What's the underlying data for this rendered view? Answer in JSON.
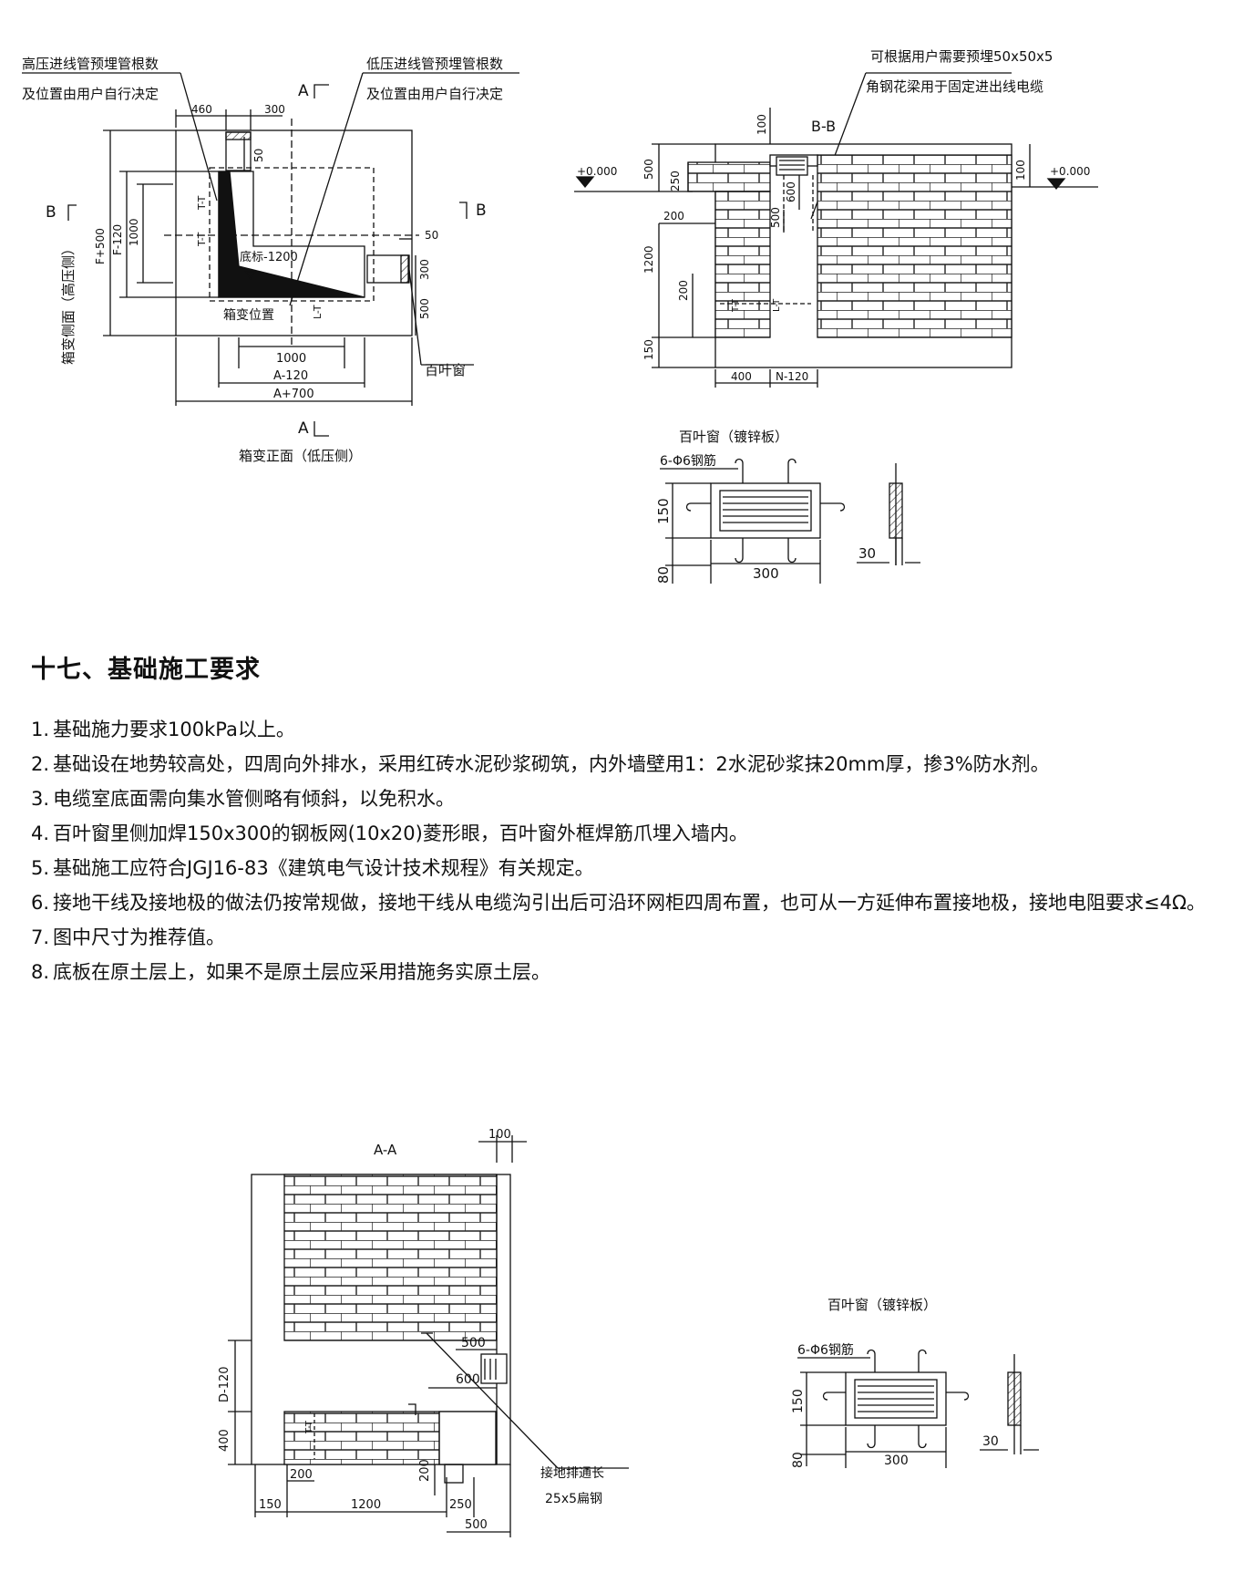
{
  "plan": {
    "note_hv_1": "高压进线管预埋管根数",
    "note_hv_2": "及位置由用户自行决定",
    "note_lv_1": "低压进线管预埋管根数",
    "note_lv_2": "及位置由用户自行决定",
    "dim_460": "460",
    "dim_300": "300",
    "dim_50_a": "50",
    "dim_50_b": "50",
    "dim_300_v": "300",
    "dim_500_v": "500",
    "dim_f500": "F+500",
    "dim_f120": "F-120",
    "dim_1000_v": "1000",
    "dim_1000_h": "1000",
    "dim_a120": "A-120",
    "dim_a700": "A+700",
    "section_a": "A",
    "section_b": "B",
    "bottom_elev": "底标-1200",
    "box_position": "箱变位置",
    "louver": "百叶窗",
    "side_caption": "箱变侧面（高压侧）",
    "front_caption": "箱变正面（低压侧）"
  },
  "bb": {
    "title": "B-B",
    "note_1": "可根据用户需要预埋50x50x5",
    "note_2": "角钢花梁用于固定进出线电缆",
    "elev_left": "+0.000",
    "elev_right": "+0.000",
    "dim_100_top": "100",
    "dim_100_right": "100",
    "dim_500": "500",
    "dim_250": "250",
    "dim_200_a": "200",
    "dim_1200": "1200",
    "dim_200_b": "200",
    "dim_150": "150",
    "dim_600": "600",
    "dim_500_b": "500",
    "dim_400": "400",
    "dim_n120": "N-120"
  },
  "louver_top": {
    "title": "百叶窗（镀锌板）",
    "rebar": "6-Φ6钢筋",
    "dim_150": "150",
    "dim_80": "80",
    "dim_300": "300",
    "dim_30": "30"
  },
  "section": {
    "heading": "十七、基础施工要求",
    "items": [
      {
        "num": "1.",
        "text": "基础施力要求100kPa以上。"
      },
      {
        "num": "2.",
        "text": "基础设在地势较高处，四周向外排水，采用红砖水泥砂浆砌筑，内外墙壁用1：2水泥砂浆抹20mm厚，掺3%防水剂。"
      },
      {
        "num": "3.",
        "text": "电缆室底面需向集水管侧略有倾斜，以免积水。"
      },
      {
        "num": "4.",
        "text": "百叶窗里侧加焊150x300的钢板网(10x20)菱形眼，百叶窗外框焊筋爪埋入墙内。"
      },
      {
        "num": "5.",
        "text": "基础施工应符合JGJ16-83《建筑电气设计技术规程》有关规定。"
      },
      {
        "num": "6.",
        "text": "接地干线及接地极的做法仍按常规做，接地干线从电缆沟引出后可沿环网柜四周布置，也可从一方延伸布置接地极，接地电阻要求≤4Ω。"
      },
      {
        "num": "7.",
        "text": "图中尺寸为推荐值。"
      },
      {
        "num": "8.",
        "text": "底板在原土层上，如果不是原土层应采用措施务实原土层。"
      }
    ]
  },
  "aa": {
    "title": "A-A",
    "dim_100": "100",
    "dim_500": "500",
    "dim_600": "600",
    "dim_d120": "D-120",
    "dim_400": "400",
    "dim_200_a": "200",
    "dim_200_b": "200",
    "dim_150": "150",
    "dim_1200": "1200",
    "dim_250": "250",
    "dim_500_b": "500",
    "ground_1": "接地排通长",
    "ground_2": "25x5扁钢"
  },
  "louver_bottom": {
    "title": "百叶窗（镀锌板）",
    "rebar": "6-Φ6钢筋",
    "dim_150": "150",
    "dim_80": "80",
    "dim_300": "300",
    "dim_30": "30"
  }
}
